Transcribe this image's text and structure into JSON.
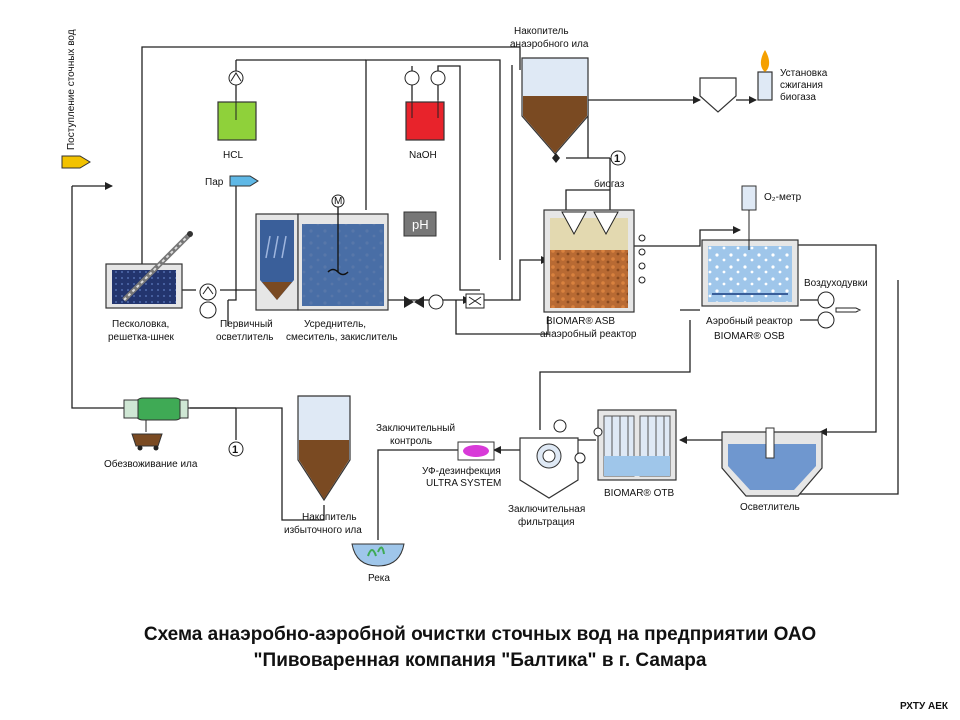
{
  "labels": {
    "wastewater_inflow": "Поступление сточных вод",
    "hcl": "HCL",
    "naoh": "NaOH",
    "anaerobic_sludge_store": [
      "Накопитель",
      "анаэробного ила"
    ],
    "biogas_burner": [
      "Установка",
      "сжигания",
      "биогаза"
    ],
    "steam": "Пар",
    "ph": "pH",
    "biogas": "биогаз",
    "o2_meter": "O₂-метр",
    "blowers": "Воздуходувки",
    "sand_trap": [
      "Песколовка,",
      "решетка-шнек"
    ],
    "primary_clarifier": [
      "Первичный",
      "осветлитель"
    ],
    "equalizer": [
      "Усреднитель,",
      "смеситель, закислитель"
    ],
    "anaerobic_reactor": [
      "BIOMAR® ASB",
      "анаэробный реактор"
    ],
    "aerobic_reactor": [
      "Аэробный реактор",
      "BIOMAR® OSB"
    ],
    "sludge_dewatering": "Обезвоживание ила",
    "excess_sludge_store": [
      "Накопитель",
      "избыточного ила"
    ],
    "final_control": [
      "Заключительный",
      "контроль"
    ],
    "uv_disinfection": [
      "УФ-дезинфекция",
      "ULTRA SYSTEM"
    ],
    "final_filtration": [
      "Заключительная",
      "фильтрация"
    ],
    "otb": "BIOMAR® OTB",
    "clarifier": "Осветлитель",
    "river": "Река",
    "motor_mark": "M",
    "connector": "1"
  },
  "title": [
    "Схема анаэробно-аэробной очистки сточных вод на предприятии ОАО",
    "\"Пивоваренная компания \"Балтика\" в г. Самара"
  ],
  "credit": "РХТУ АЕК",
  "colors": {
    "hcl_liquid": "#8fd13a",
    "naoh_liquid": "#e8232b",
    "water": "#3a5f9a",
    "sludge": "#7a4a22",
    "foam": "#dfe9f5",
    "pipe": "#222222",
    "steam_arrow": "#5fb8e6",
    "inflow_arrow": "#f2c200",
    "uv_lamp": "#d83ad8",
    "flame": "#f5a000",
    "drum": "#3faa55"
  }
}
